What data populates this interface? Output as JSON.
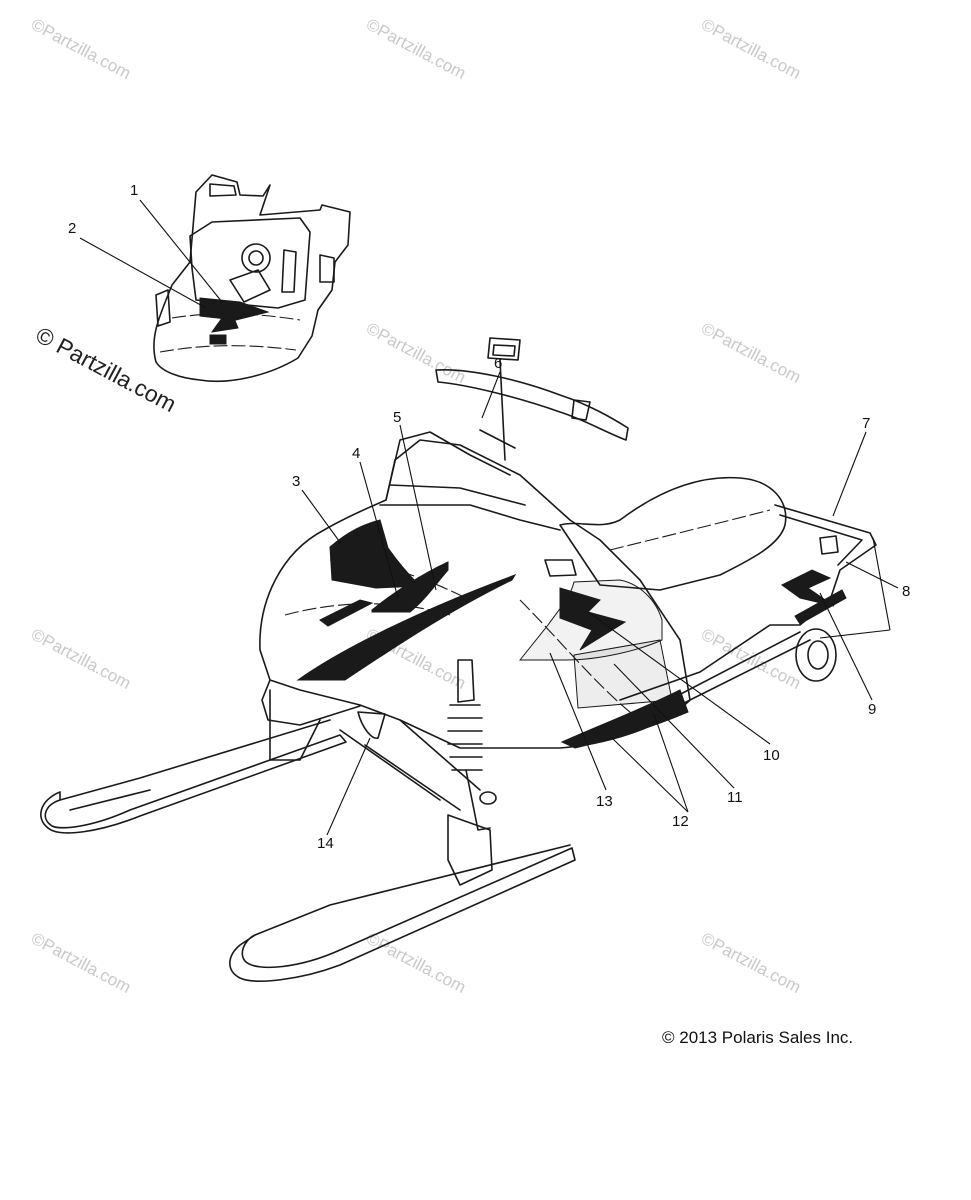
{
  "watermark": {
    "text": "©Partzilla.com",
    "main_text": "© Partzilla.com"
  },
  "copyright": "© 2013 Polaris Sales Inc.",
  "callouts": [
    "1",
    "2",
    "3",
    "4",
    "5",
    "6",
    "7",
    "8",
    "9",
    "10",
    "11",
    "12",
    "13",
    "14"
  ],
  "colors": {
    "line": "#1a1a1a",
    "watermark": "#c9c9c9"
  }
}
